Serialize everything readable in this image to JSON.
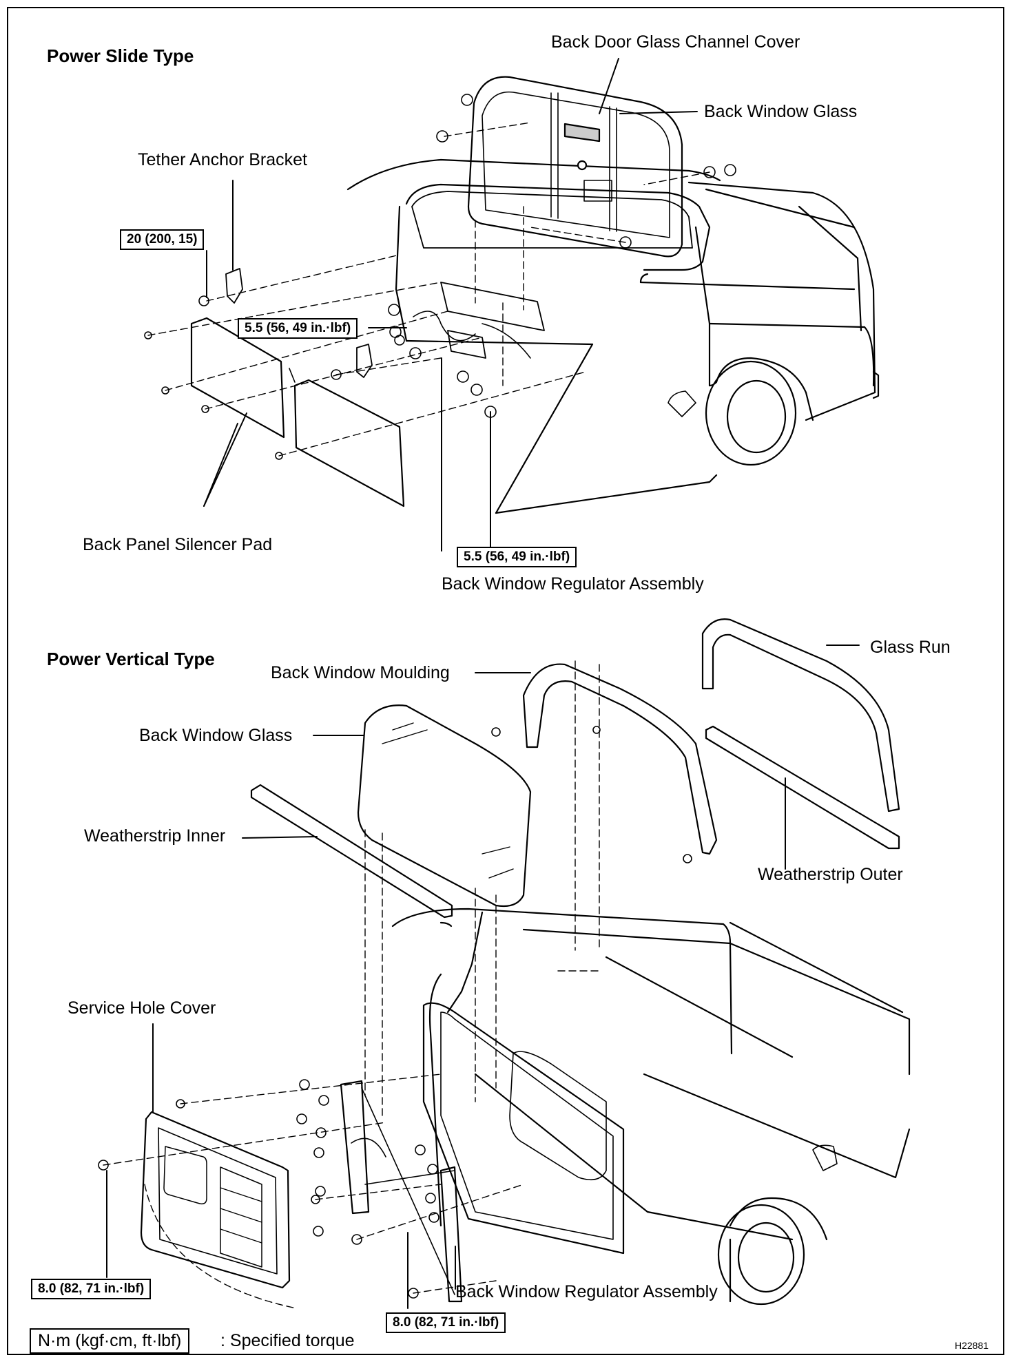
{
  "sections": {
    "slide": "Power Slide Type",
    "vertical": "Power Vertical Type"
  },
  "labels": {
    "channel_cover": "Back Door Glass Channel Cover",
    "back_window_glass_top": "Back Window Glass",
    "tether_anchor": "Tether Anchor Bracket",
    "silencer_pad": "Back Panel Silencer Pad",
    "regulator_top": "Back Window Regulator Assembly",
    "moulding": "Back Window Moulding",
    "glass_run": "Glass Run",
    "back_window_glass_bottom": "Back Window Glass",
    "weatherstrip_inner": "Weatherstrip Inner",
    "weatherstrip_outer": "Weatherstrip Outer",
    "service_hole_cover": "Service Hole Cover",
    "regulator_bottom": "Back Window Regulator Assembly"
  },
  "torques": {
    "tether": "20 (200, 15)",
    "slide_mid": "5.5 (56, 49 in.·lbf)",
    "slide_lower": "5.5 (56, 49 in.·lbf)",
    "vertical_left": "8.0 (82, 71 in.·lbf)",
    "vertical_right": "8.0 (82, 71 in.·lbf)"
  },
  "legend": {
    "unit": "N·m (kgf·cm, ft·lbf)",
    "text": ": Specified torque"
  },
  "figure_code": "H22881"
}
